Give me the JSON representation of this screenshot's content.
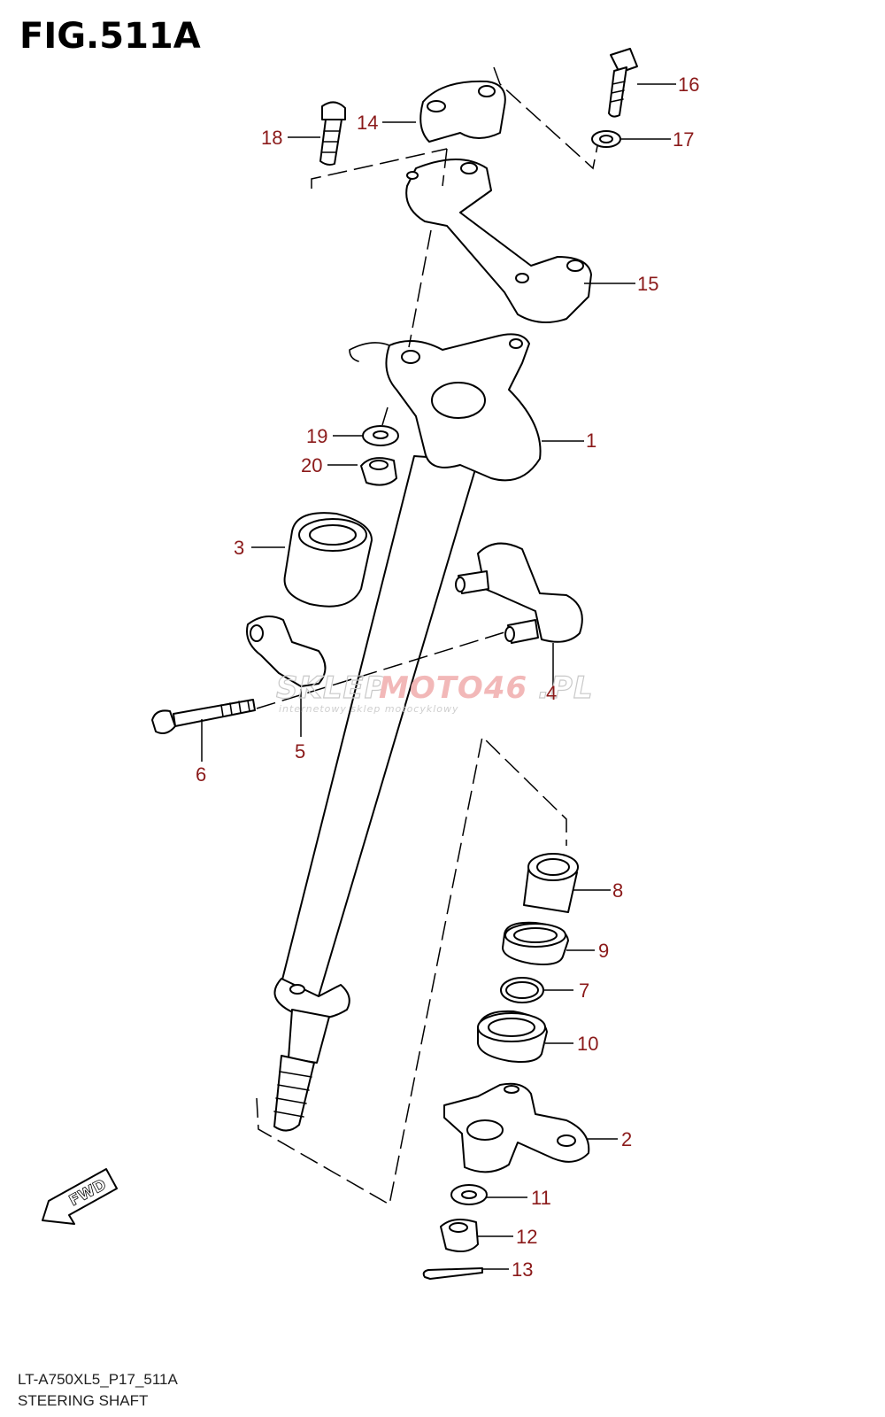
{
  "figure": {
    "title": "FIG.511A",
    "model_code": "LT-A750XL5_P17_511A",
    "section_name": "STEERING SHAFT"
  },
  "direction_marker": {
    "label": "FWD"
  },
  "watermark": {
    "brand_gray": "SKLEP",
    "brand_red": "MOTO46",
    "brand_tld": ".PL",
    "tagline": "internetowy sklep motocyklowy"
  },
  "callouts": [
    "1",
    "2",
    "3",
    "4",
    "5",
    "6",
    "7",
    "8",
    "9",
    "10",
    "11",
    "12",
    "13",
    "14",
    "15",
    "16",
    "17",
    "18",
    "19",
    "20"
  ],
  "colors": {
    "callout": "#8b1a1a",
    "line": "#000000",
    "watermark_red": "#f2b8b8",
    "watermark_gray": "#c9c9c9"
  }
}
